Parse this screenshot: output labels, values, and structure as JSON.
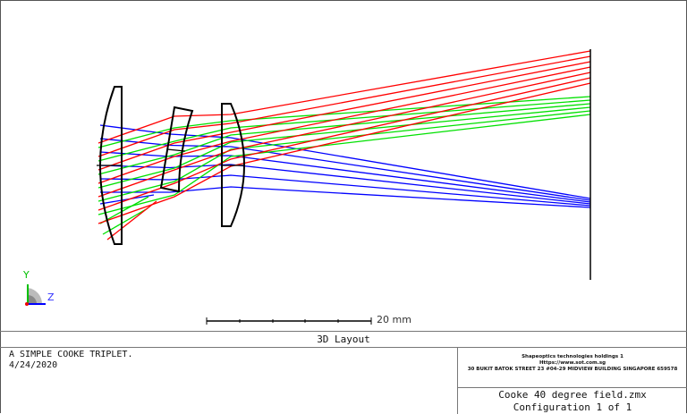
{
  "plot": {
    "scale_bar_label": "20 mm",
    "axis_y_label": "Y",
    "axis_z_label": "Z",
    "ray_colors": {
      "field_1": "#0000ff",
      "field_2": "#00e000",
      "field_3": "#ff0000"
    }
  },
  "title_bar": {
    "title": "3D Layout"
  },
  "info": {
    "description": "A SIMPLE COOKE TRIPLET.",
    "date": "4/24/2020"
  },
  "company": {
    "name": "Shapeoptics technologies holdings 1",
    "url": "Https://www.sot.com.sg",
    "address": "30 BUKIT BATOK STREET 23 #04-29 MIDVIEW BUILDING SINGAPORE 659578"
  },
  "file": {
    "name": "Cooke 40 degree field.zmx",
    "configuration": "Configuration 1 of 1"
  }
}
